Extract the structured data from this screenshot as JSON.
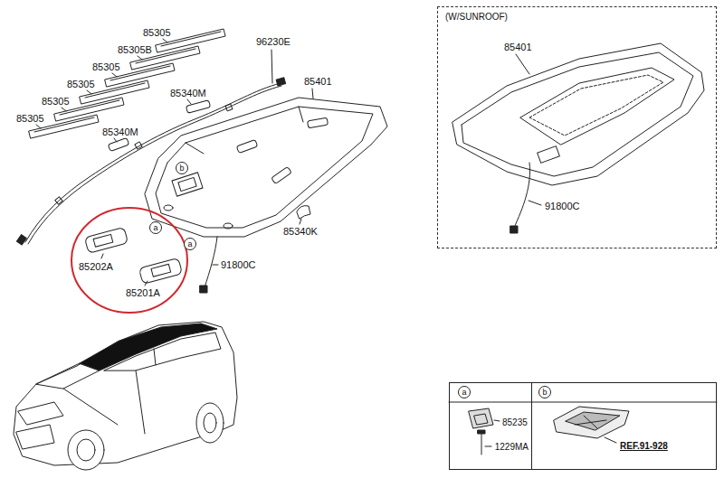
{
  "diagram": {
    "nodes": [
      {
        "text": [
          "(W/SUNROOF)",
          "85401",
          "91800C"
        ]
      },
      {
        "text": [
          "b"
        ]
      },
      {
        "text": [
          "a"
        ]
      },
      {
        "text": [
          "a"
        ]
      },
      {
        "text": [
          "85235",
          "1229MA"
        ]
      },
      {
        "text": [
          "a"
        ],
        "in": 4
      },
      {
        "text": [
          "REF.91-928"
        ]
      },
      {
        "text": [
          "b"
        ],
        "in": 6
      }
    ],
    "labels": [
      "85305",
      "85305B",
      "85305",
      "85305",
      "85305",
      "85305",
      "96230E",
      "85401",
      "85340M",
      "85340M",
      "85340K",
      "85202A",
      "85201A",
      "91800C"
    ]
  }
}
